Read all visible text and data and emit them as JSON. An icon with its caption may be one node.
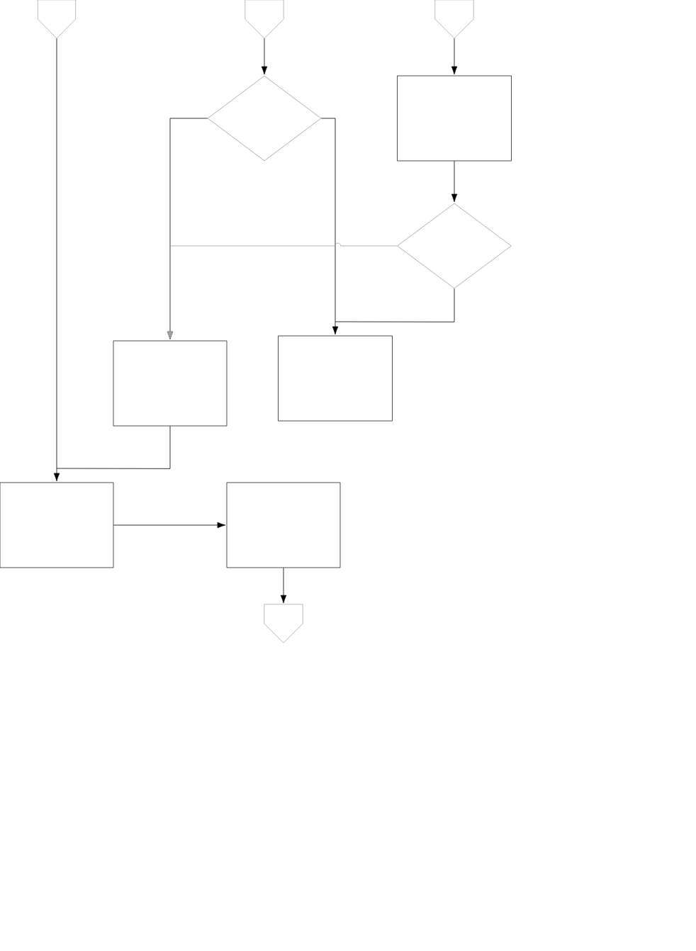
{
  "diagram": {
    "nodes": [
      {
        "text": [],
        "shape": "pentagon"
      },
      {
        "text": [],
        "shape": "pentagon"
      },
      {
        "text": [],
        "shape": "pentagon"
      },
      {
        "text": [],
        "shape": "diamond"
      },
      {
        "text": [],
        "shape": "box"
      },
      {
        "text": [],
        "shape": "diamond"
      },
      {
        "text": [],
        "shape": "box"
      },
      {
        "text": [],
        "shape": "box"
      },
      {
        "text": [],
        "shape": "box"
      },
      {
        "text": [],
        "shape": "box"
      },
      {
        "text": [],
        "shape": "pentagon"
      }
    ],
    "edges": [
      {
        "from": 0,
        "to": 8,
        "arrow": "to"
      },
      {
        "from": 1,
        "to": 3,
        "arrow": "to"
      },
      {
        "from": 2,
        "to": 4,
        "arrow": "to"
      },
      {
        "from": 3,
        "to": 6,
        "arrow": "to"
      },
      {
        "from": 3,
        "to": 7,
        "arrow": "to"
      },
      {
        "from": 4,
        "to": 5,
        "arrow": "to"
      },
      {
        "from": 5,
        "to": 6,
        "arrow": "to",
        "color": "#a0a0a0"
      },
      {
        "from": 5,
        "to": 7,
        "arrow": "to"
      },
      {
        "from": 6,
        "to": 8,
        "arrow": "to"
      },
      {
        "from": 8,
        "to": 9,
        "arrow": "to"
      },
      {
        "from": 9,
        "to": 10,
        "arrow": "to"
      }
    ]
  }
}
